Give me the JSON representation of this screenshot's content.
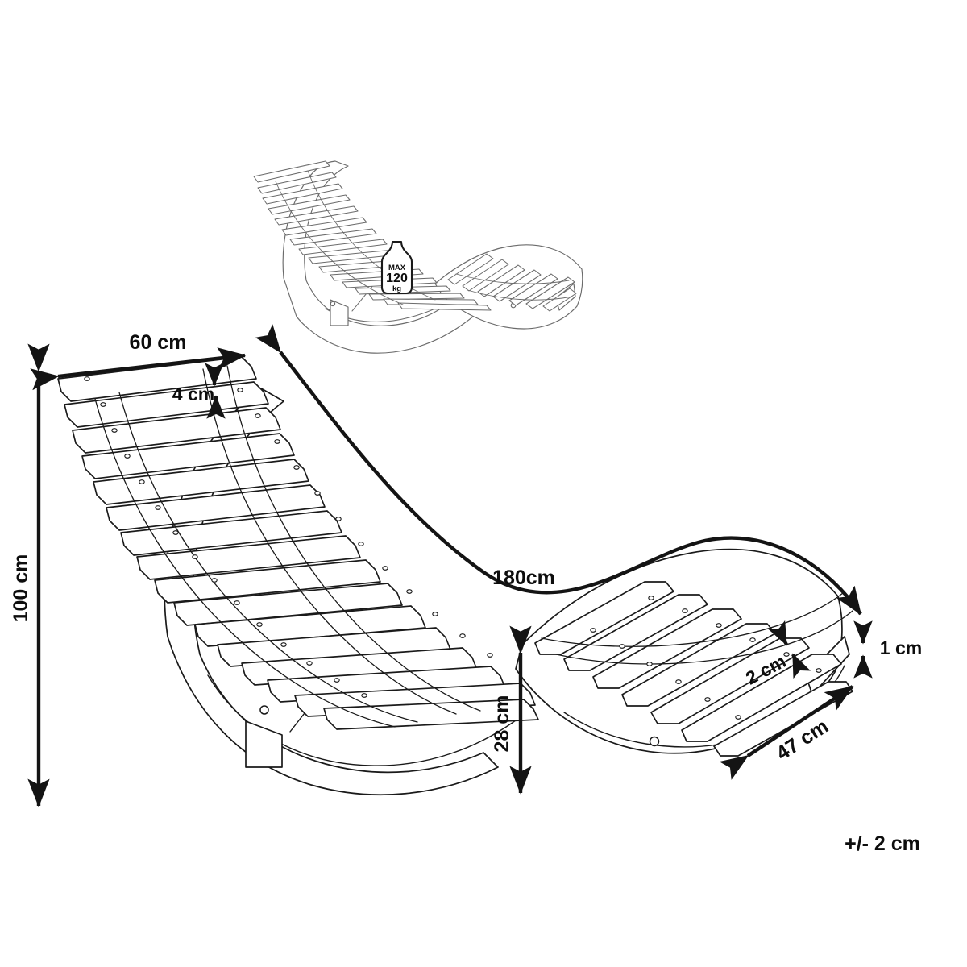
{
  "document": {
    "type": "product-dimension-drawing",
    "subject": "wooden slatted rocking sun lounger",
    "background_color": "#ffffff",
    "line_color": "#1a1a1a",
    "thumbnail_line_color": "#6b6b6b",
    "text_color": "#0d0d0d"
  },
  "thumbnail": {
    "name": "sun lounger isometric preview",
    "badge": {
      "icon": "weight-icon",
      "max_label": "MAX",
      "value": "120",
      "unit": "kg"
    }
  },
  "dimensions": {
    "width": {
      "label": "60 cm",
      "name": "lounger width"
    },
    "slat_width": {
      "label": "4 cm",
      "name": "slat width"
    },
    "height": {
      "label": "100 cm",
      "name": "overall height"
    },
    "length": {
      "label": "180cm",
      "name": "overall length along curve"
    },
    "seat_height": {
      "label": "28 cm",
      "name": "seat height from ground"
    },
    "slat_gap": {
      "label": "2 cm",
      "name": "gap between slats"
    },
    "slat_thickness": {
      "label": "1 cm",
      "name": "slat thickness"
    },
    "foot_width": {
      "label": "47 cm",
      "name": "foot section depth"
    }
  },
  "tolerance": {
    "label": "+/- 2 cm"
  }
}
